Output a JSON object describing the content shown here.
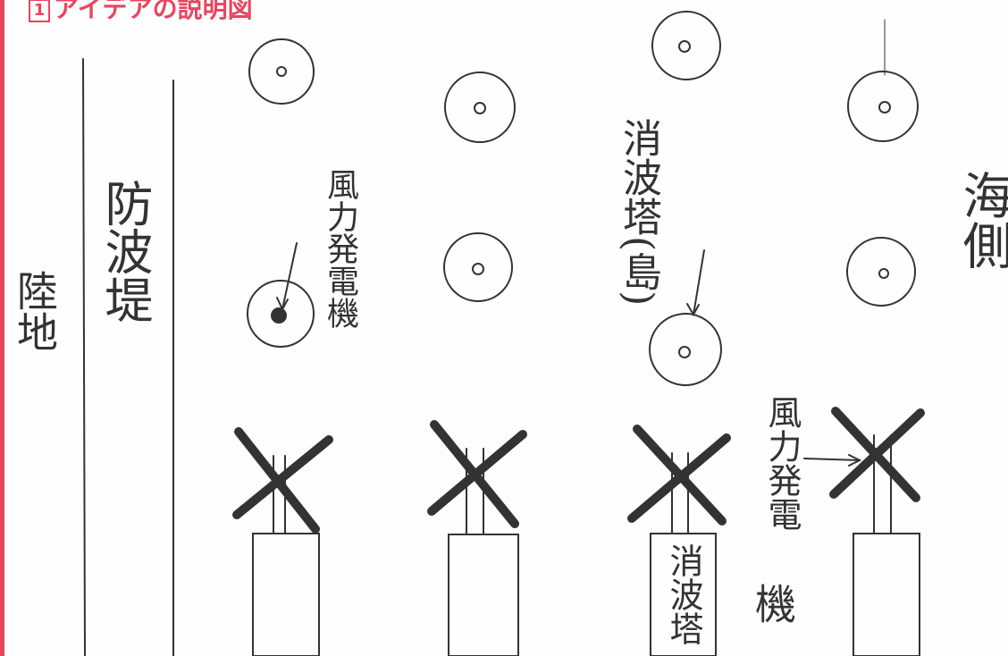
{
  "heading": {
    "number": "1",
    "text": "アイデアの説明図"
  },
  "labels": {
    "land": "陸地",
    "breakwater": "防波堤",
    "sea_side": "海側",
    "wind_turbine_top": "風力発電機",
    "wave_tower_island": "消波塔(島)",
    "wind_turbine_side": "風力発電",
    "wind_turbine_side_tail": "機",
    "wave_tower": "消波塔"
  },
  "colors": {
    "accent": "#e8455f",
    "ink": "#333333"
  }
}
